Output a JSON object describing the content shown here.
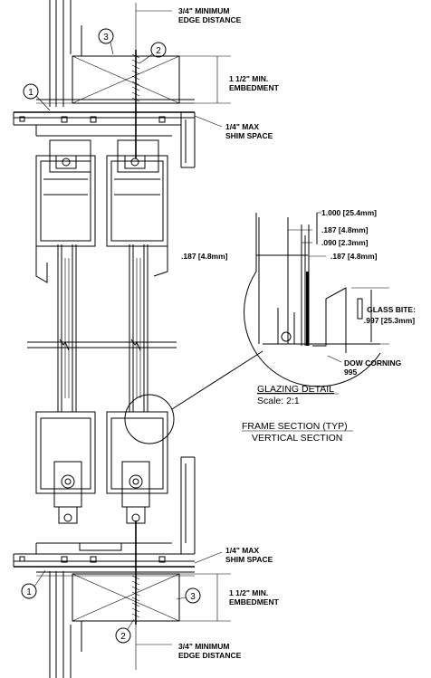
{
  "labels": {
    "top_edge_distance_1": "3/4\" MINIMUM",
    "top_edge_distance_2": "EDGE DISTANCE",
    "top_embedment_1": "1 1/2\" MIN.",
    "top_embedment_2": "EMBEDMENT",
    "top_shim_1": "1/4\" MAX",
    "top_shim_2": "SHIM SPACE",
    "bottom_shim_1": "1/4\" MAX",
    "bottom_shim_2": "SHIM SPACE",
    "bottom_embedment_1": "1 1/2\" MIN.",
    "bottom_embedment_2": "EMBEDMENT",
    "bottom_edge_distance_1": "3/4\" MINIMUM",
    "bottom_edge_distance_2": "EDGE DISTANCE"
  },
  "callouts": {
    "one": "1",
    "two": "2",
    "three": "3"
  },
  "detail_dims": {
    "d1": ".187 [4.8mm]",
    "d2": "1.000 [25.4mm]",
    "d3": ".187 [4.8mm]",
    "d4": ".090 [2.3mm]",
    "d5": ".187 [4.8mm]",
    "glass_bite_1": "GLASS BITE:",
    "glass_bite_2": ".997 [25.3mm]",
    "sealant_1": "DOW CORNING",
    "sealant_2": "995"
  },
  "titles": {
    "glazing_detail": "GLAZING DETAIL",
    "scale": "Scale: 2:1",
    "frame_section": "FRAME SECTION (TYP)",
    "vertical_section": "VERTICAL SECTION"
  }
}
